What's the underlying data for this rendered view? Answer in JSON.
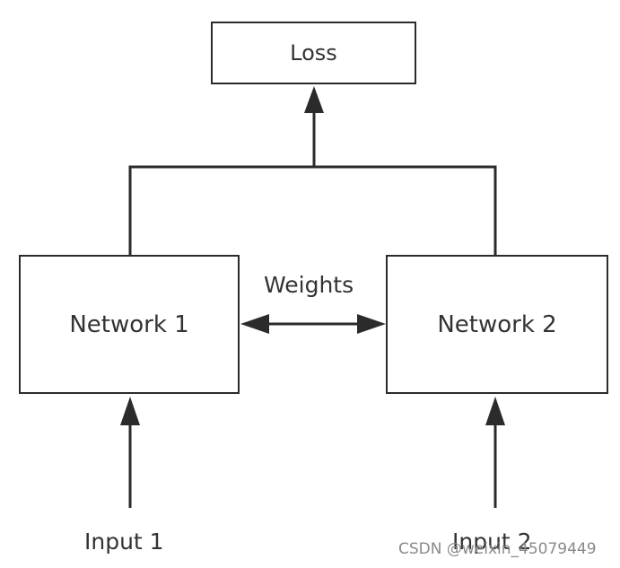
{
  "diagram": {
    "loss_label": "Loss",
    "network1_label": "Network 1",
    "network2_label": "Network 2",
    "weights_label": "Weights",
    "input1_label": "Input 1",
    "input2_label": "Input 2"
  },
  "watermark": "CSDN @weixin_45079449",
  "colors": {
    "stroke": "#2b2b2b",
    "text": "#333333",
    "watermark": "#8a8a8a",
    "background": "#ffffff"
  }
}
